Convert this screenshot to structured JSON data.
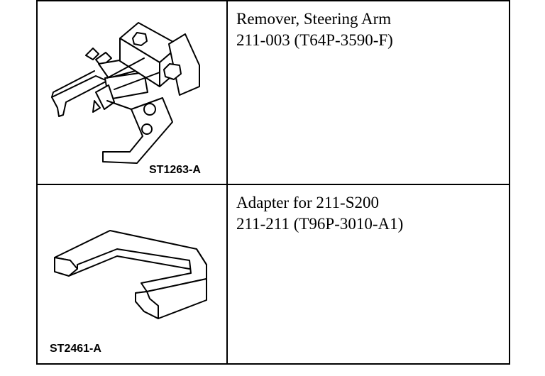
{
  "rows": [
    {
      "name": "Remover, Steering Arm",
      "number": "211-003 (T64P-3590-F)",
      "illustration_code": "ST1263-A",
      "icon": "steering-arm-remover-illustration"
    },
    {
      "name": "Adapter for 211-S200",
      "number": "211-211 (T96P-3010-A1)",
      "illustration_code": "ST2461-A",
      "icon": "adapter-bracket-illustration"
    }
  ],
  "colors": {
    "line": "#000000",
    "background": "#ffffff"
  }
}
